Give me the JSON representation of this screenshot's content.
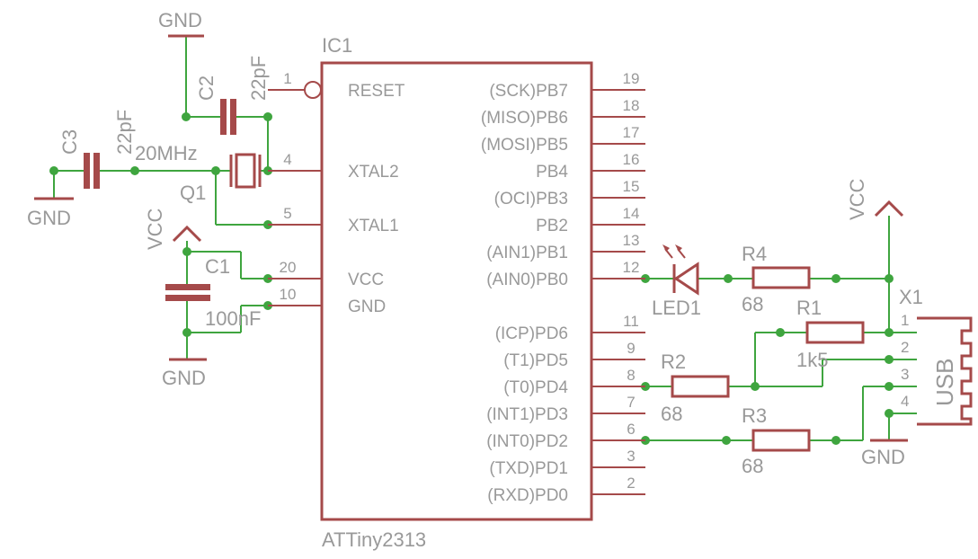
{
  "colors": {
    "component": "#a54a4a",
    "wire": "#3fa53f",
    "text": "#999999",
    "background": "#ffffff"
  },
  "ic": {
    "ref": "IC1",
    "part": "ATTiny2313",
    "left_pins": [
      {
        "num": "1",
        "name": "RESET"
      },
      {
        "num": "4",
        "name": "XTAL2"
      },
      {
        "num": "5",
        "name": "XTAL1"
      },
      {
        "num": "20",
        "name": "VCC"
      },
      {
        "num": "10",
        "name": "GND"
      }
    ],
    "right_pins": [
      {
        "num": "19",
        "name": "(SCK)PB7"
      },
      {
        "num": "18",
        "name": "(MISO)PB6"
      },
      {
        "num": "17",
        "name": "(MOSI)PB5"
      },
      {
        "num": "16",
        "name": "PB4"
      },
      {
        "num": "15",
        "name": "(OCI)PB3"
      },
      {
        "num": "14",
        "name": "PB2"
      },
      {
        "num": "13",
        "name": "(AIN1)PB1"
      },
      {
        "num": "12",
        "name": "(AIN0)PB0"
      },
      {
        "num": "11",
        "name": "(ICP)PD6"
      },
      {
        "num": "9",
        "name": "(T1)PD5"
      },
      {
        "num": "8",
        "name": "(T0)PD4"
      },
      {
        "num": "7",
        "name": "(INT1)PD3"
      },
      {
        "num": "6",
        "name": "(INT0)PD2"
      },
      {
        "num": "3",
        "name": "(TXD)PD1"
      },
      {
        "num": "2",
        "name": "(RXD)PD0"
      }
    ]
  },
  "components": {
    "c1": {
      "ref": "C1",
      "value": "100nF"
    },
    "c2": {
      "ref": "C2",
      "value": "22pF"
    },
    "c3": {
      "ref": "C3",
      "value": "22pF"
    },
    "q1": {
      "ref": "Q1",
      "value": "20MHz"
    },
    "r1": {
      "ref": "R1",
      "value": "1k5"
    },
    "r2": {
      "ref": "R2",
      "value": "68"
    },
    "r3": {
      "ref": "R3",
      "value": "68"
    },
    "r4": {
      "ref": "R4",
      "value": "68"
    },
    "led1": {
      "ref": "LED1"
    },
    "x1": {
      "ref": "X1",
      "label": "USB",
      "pins": [
        "1",
        "2",
        "3",
        "4"
      ]
    }
  },
  "power": {
    "gnd_c2": "GND",
    "gnd_c3": "GND",
    "gnd_c1": "GND",
    "gnd_usb": "GND",
    "vcc_left": "VCC",
    "vcc_right": "VCC"
  }
}
